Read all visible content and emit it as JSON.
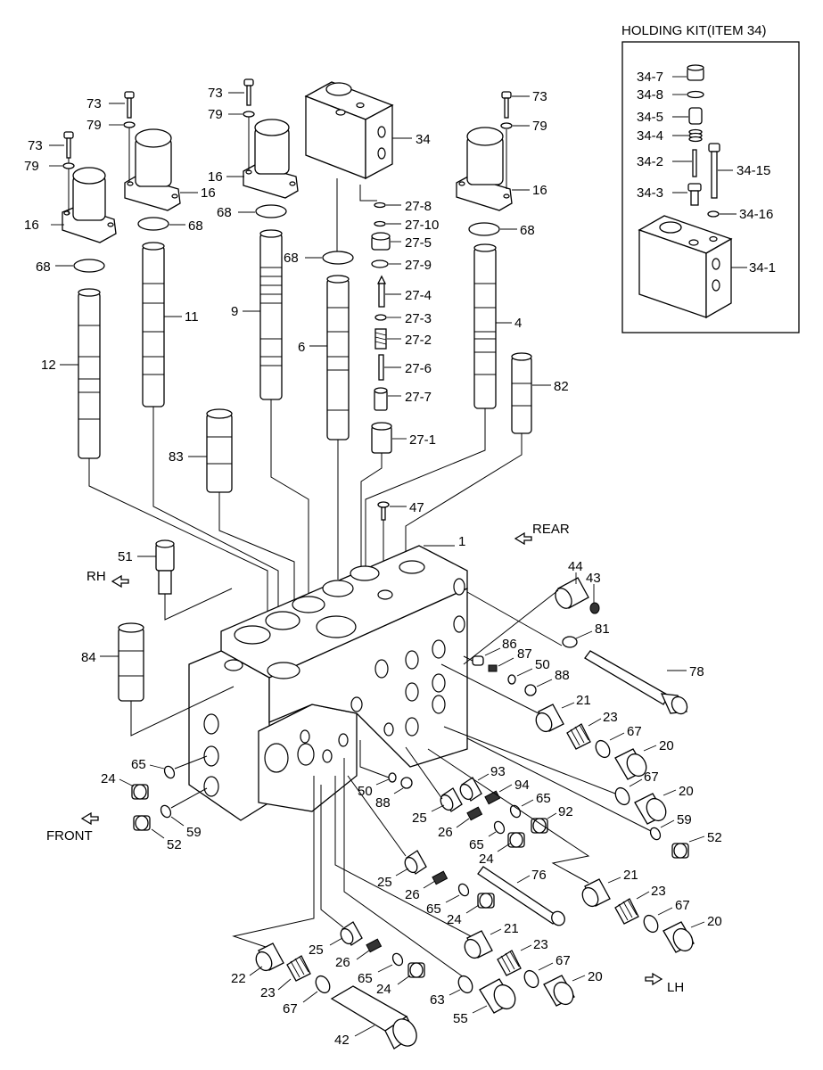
{
  "kit": {
    "title": "HOLDING KIT(ITEM 34)",
    "labels": [
      "34-7",
      "34-8",
      "34-5",
      "34-4",
      "34-2",
      "34-15",
      "34-3",
      "34-16",
      "34-1"
    ]
  },
  "directions": {
    "rear": "REAR",
    "rh": "RH",
    "front": "FRONT",
    "lh": "LH"
  },
  "callouts": {
    "c73a": "73",
    "c79a": "79",
    "c73b": "73",
    "c79b": "79",
    "c73c": "73",
    "c79c": "79",
    "c73d": "73",
    "c79d": "79",
    "c34": "34",
    "c16a": "16",
    "c16b": "16",
    "c16c": "16",
    "c16d": "16",
    "c68a": "68",
    "c68b": "68",
    "c68c": "68",
    "c68d": "68",
    "c68e": "68",
    "c27_8": "27-8",
    "c27_10": "27-10",
    "c27_5": "27-5",
    "c27_9": "27-9",
    "c27_4": "27-4",
    "c27_3": "27-3",
    "c27_2": "27-2",
    "c27_6": "27-6",
    "c27_7": "27-7",
    "c27_1": "27-1",
    "c9": "9",
    "c11": "11",
    "c12": "12",
    "c6": "6",
    "c4": "4",
    "c82": "82",
    "c83": "83",
    "c47": "47",
    "c1": "1",
    "c51": "51",
    "c44": "44",
    "c43": "43",
    "c81": "81",
    "c84": "84",
    "c78": "78",
    "c86": "86",
    "c87": "87",
    "c50a": "50",
    "c88a": "88",
    "c21a": "21",
    "c23a": "23",
    "c67a": "67",
    "c20a": "20",
    "c67b": "67",
    "c20b": "20",
    "c65a": "65",
    "c24a": "24",
    "c50b": "50",
    "c88b": "88",
    "c93": "93",
    "c94": "94",
    "c25a": "25",
    "c26a": "26",
    "c65b": "65",
    "c92": "92",
    "c59a": "59",
    "c52a": "52",
    "c52b": "52",
    "c59b": "59",
    "c65c": "65",
    "c24b": "24",
    "c25b": "25",
    "c26b": "26",
    "c65d": "65",
    "c24c": "24",
    "c76": "76",
    "c21b": "21",
    "c23b": "23",
    "c67c": "67",
    "c20c": "20",
    "c25c": "25",
    "c26c": "26",
    "c21c": "21",
    "c23c": "23",
    "c22": "22",
    "c23d": "23",
    "c67d": "67",
    "c65e": "65",
    "c24d": "24",
    "c63": "63",
    "c67e": "67",
    "c20d": "20",
    "c55": "55",
    "c42": "42"
  }
}
